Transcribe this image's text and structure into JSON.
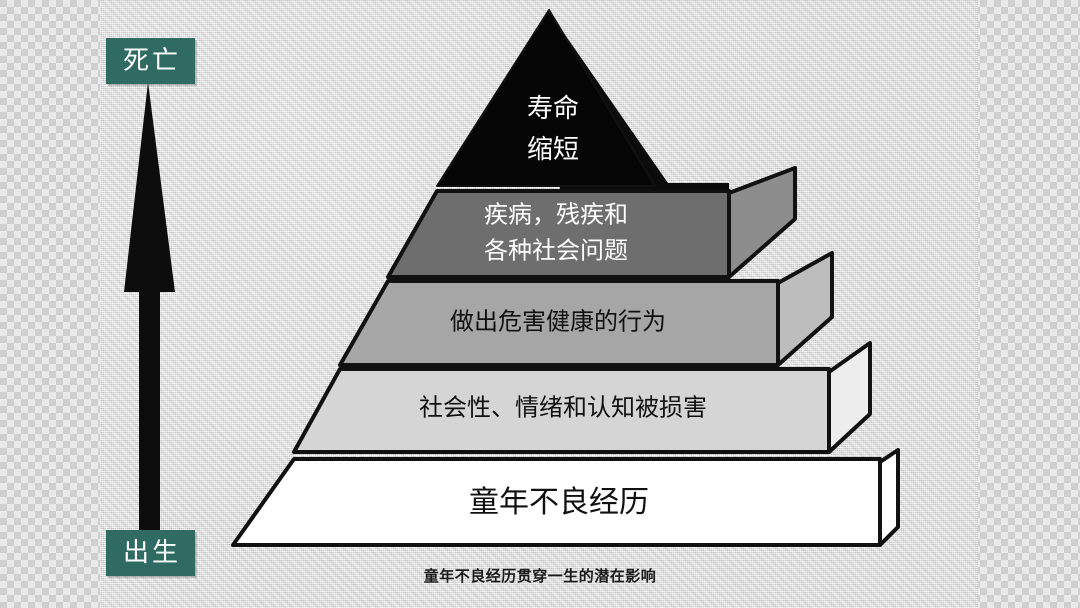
{
  "theme": {
    "accent_teal": "#2f6b62",
    "panel_bg": "#dedede",
    "outer_bg": "#cfcfcf",
    "outline": "#111111"
  },
  "axis": {
    "top_label": "死亡",
    "bottom_label": "出生",
    "arrow_name": "upward-arrow"
  },
  "caption": {
    "text": "童年不良经历贯穿一生的潜在影响"
  },
  "chart_data": {
    "type": "pyramid",
    "title": "童年不良经历贯穿一生的潜在影响",
    "orientation": "bottom-up",
    "axis_low": "出生",
    "axis_high": "死亡",
    "levels": [
      {
        "index": 1,
        "lines": [
          "寿命",
          "缩短"
        ],
        "fill": "#050505",
        "side_fill": "#6f6f6f",
        "text_color": "#ffffff",
        "font_size": 26
      },
      {
        "index": 2,
        "lines": [
          "疾病，残疾和",
          "各种社会问题"
        ],
        "fill": "#6e6e6e",
        "side_fill": "#8d8d8d",
        "text_color": "#ffffff",
        "font_size": 24
      },
      {
        "index": 3,
        "lines": [
          "做出危害健康的行为"
        ],
        "fill": "#a6a6a6",
        "side_fill": "#bdbdbd",
        "text_color": "#101010",
        "font_size": 24
      },
      {
        "index": 4,
        "lines": [
          "社会性、情绪和认知被损害"
        ],
        "fill": "#d5d5d5",
        "side_fill": "#ededed",
        "text_color": "#101010",
        "font_size": 24
      },
      {
        "index": 5,
        "lines": [
          "童年不良经历"
        ],
        "fill": "#ffffff",
        "side_fill": "#ffffff",
        "text_color": "#101010",
        "font_size": 30
      }
    ]
  }
}
